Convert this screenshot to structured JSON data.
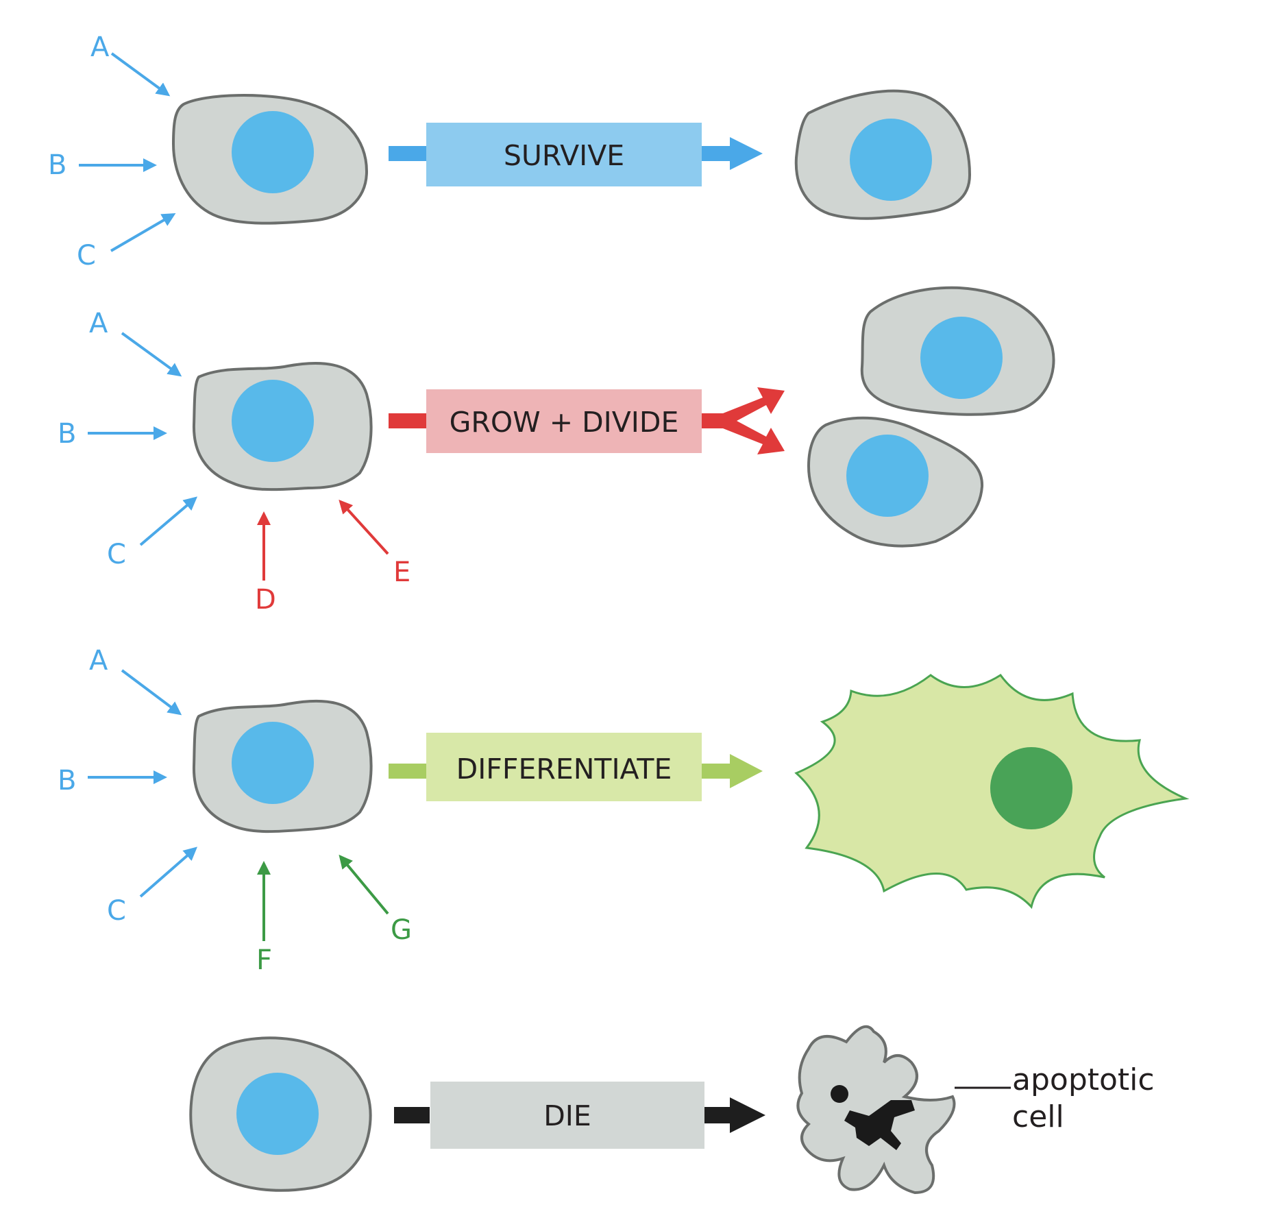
{
  "colors": {
    "blue": "#4aa8e8",
    "red": "#e03a3a",
    "green": "#3c9a45",
    "black": "#1e1e1e",
    "cell_fill": "#d0d5d2",
    "nucleus": "#58b9ea",
    "survive_box": "#8dcbef",
    "grow_box": "#eeb4b6",
    "diff_box": "#d8e8a8",
    "die_box": "#d2d7d5",
    "diff_cell_fill": "#d8e7a6",
    "diff_nucleus": "#49a357"
  },
  "rows": [
    {
      "process": "SURVIVE",
      "signals": [
        "A",
        "B",
        "C"
      ]
    },
    {
      "process": "GROW + DIVIDE",
      "signals": [
        "A",
        "B",
        "C",
        "D",
        "E"
      ]
    },
    {
      "process": "DIFFERENTIATE",
      "signals": [
        "A",
        "B",
        "C",
        "F",
        "G"
      ]
    },
    {
      "process": "DIE",
      "signals": []
    }
  ],
  "annotation": {
    "line1": "apoptotic",
    "line2": "cell"
  }
}
